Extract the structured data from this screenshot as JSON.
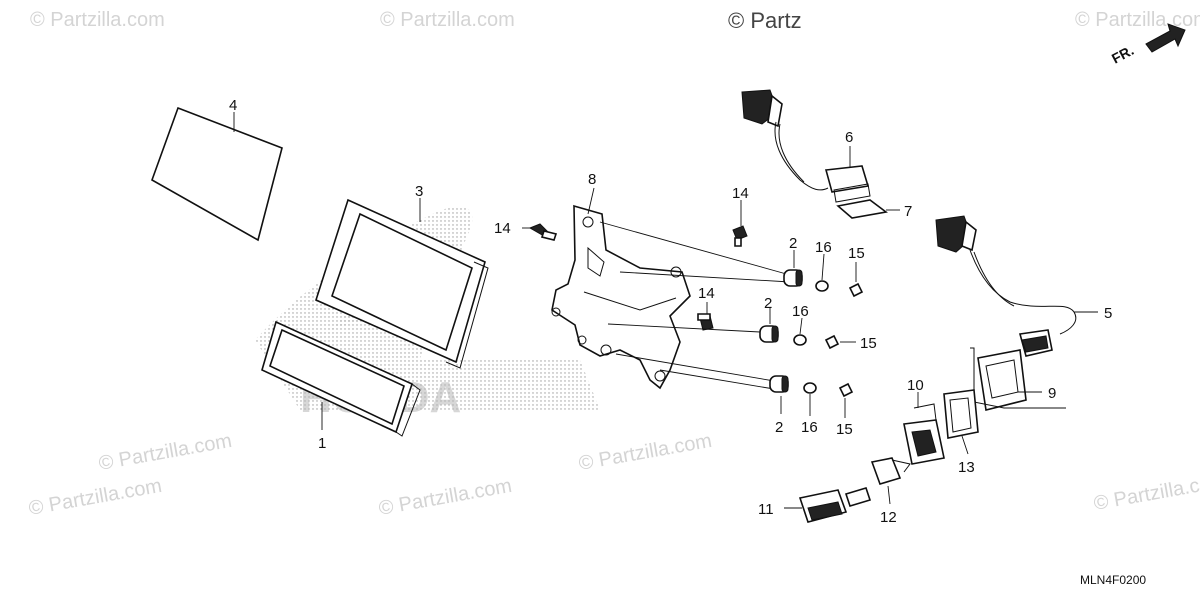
{
  "diagram": {
    "code": "MLN4F0200",
    "front_label": "FR.",
    "brand_watermark": "HONDA",
    "watermarks": {
      "short": "© Partzilla.com",
      "top": "© Partz"
    },
    "callouts": {
      "c1": "1",
      "c2a": "2",
      "c2b": "2",
      "c2c": "2",
      "c3": "3",
      "c4": "4",
      "c5": "5",
      "c6": "6",
      "c7": "7",
      "c8": "8",
      "c9": "9",
      "c10": "10",
      "c11": "11",
      "c12": "12",
      "c13": "13",
      "c14a": "14",
      "c14b": "14",
      "c14c": "14",
      "c15a": "15",
      "c15b": "15",
      "c15c": "15",
      "c16a": "16",
      "c16b": "16",
      "c16c": "16"
    }
  }
}
